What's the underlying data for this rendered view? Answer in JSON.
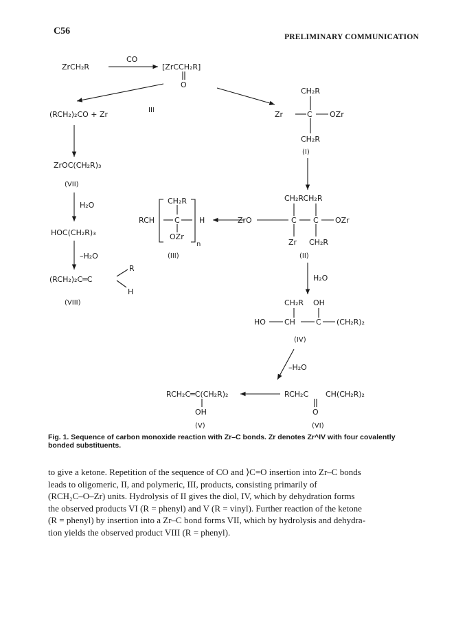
{
  "header": {
    "page_number": "C56",
    "section": "PRELIMINARY COMMUNICATION"
  },
  "scheme": {
    "top_reactant": "ZrCH₂R",
    "co": "CO",
    "acyl_intermediate": "[ZrCCH₂R]",
    "acyl_o": "O",
    "left_products": "(RCH₂)₂CO  +  Zr",
    "zr_iii": "III",
    "vii_formula": "ZrOC(CH₂R)₃",
    "vii_label": "(VII)",
    "h2o_reagent": "H₂O",
    "hoc": "HOC(CH₂R)₃",
    "minus_h2o": "–H₂O",
    "viii_formula": "(RCH₂)₂C═C",
    "viii_r": "R",
    "viii_h": "H",
    "viii_label": "(VIII)",
    "i_top": "CH₂R",
    "i_mid_left": "Zr",
    "i_mid_c": "C",
    "i_mid_right": "OZr",
    "i_bottom": "CH₂R",
    "i_label": "(I)",
    "ii_top": "CH₂RCH₂R",
    "ii_left": "ZrO",
    "ii_c1": "C",
    "ii_c2": "C",
    "ii_right": "OZr",
    "ii_bottom_left": "Zr",
    "ii_bottom_right": "CH₂R",
    "ii_label": "(II)",
    "iii_rch": "RCH",
    "iii_ch2r": "CH₂R",
    "iii_c": "C",
    "iii_h": "H",
    "iii_ozr": "OZr",
    "iii_n": "n",
    "iii_label": "(III)",
    "iv_h2o": "H₂O",
    "iv_top_left": "CH₂R",
    "iv_top_right": "OH",
    "iv_ho": "HO",
    "iv_ch": "CH",
    "iv_c": "C",
    "iv_right": "(CH₂R)₂",
    "iv_label": "(IV)",
    "minus_h2o_2": "–H₂O",
    "v_formula": "RCH₂C═C(CH₂R)₂",
    "v_oh": "OH",
    "v_label": "(V)",
    "vi_formula": "RCH₂C",
    "vi_right": "CH(CH₂R)₂",
    "vi_o": "O",
    "vi_label": "(VI)"
  },
  "caption": "Fig. 1. Sequence of carbon monoxide reaction with Zr–C bonds. Zr denotes Zr^IV with four covalently bonded substituents.",
  "body": [
    "to give a ketone. Repetition of the sequence of CO and ⟩C=O insertion into Zr–C bonds",
    "leads to oligomeric, II, and polymeric, III, products, consisting primarily of",
    "(RCH₂C–O–Zr) units. Hydrolysis of II gives the diol, IV, which by dehydration forms",
    "the observed products VI (R = phenyl) and V (R = vinyl). Further reaction of the ketone",
    "(R = phenyl) by insertion into a Zr–C bond forms VII, which by hydrolysis and dehydra-",
    "tion yields the observed product VIII (R = phenyl)."
  ]
}
